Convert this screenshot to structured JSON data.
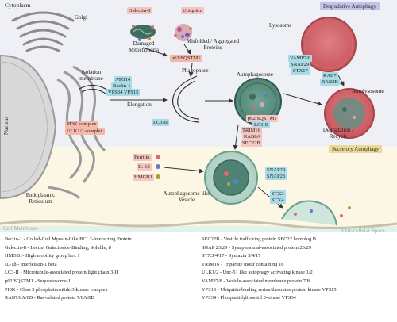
{
  "regions": {
    "cytoplasm": "Cytoplasm",
    "golgi": "Golgi",
    "nucleus": "Nucleus",
    "er": "Endoplasmic Reticulum",
    "cell_membrane": "Cell Membrane",
    "extracellular": "Extracellular Space",
    "degradative": "Degradative Autophagy",
    "secretory": "Secretory Autophagy"
  },
  "cargo": {
    "galectin": "Galectin-8",
    "ubiquitin": "Ubiquitin",
    "damaged_mito": "Damaged Mitochondria",
    "misfolded": "Misfolded / Aggregated Proteins"
  },
  "stages": {
    "isolation_membrane": "Isolation membrane",
    "phagophore": "Phagophore",
    "autophagosome": "Autophagosome",
    "elongation": "Elongation",
    "lysosome": "Lysosome",
    "autolysosome": "Autolysosome",
    "degradation": "Degradation / Recycle",
    "autophagosome_like": "Autophagosome-like Vesicle"
  },
  "labels": {
    "p62_top": "p62/SQSTM1",
    "atg14": "ATG14",
    "beclin": "Beclin-1",
    "vps34_15": "VPS34 VPS15",
    "pi3k": "PI3K complex",
    "ulk": "ULK1/2 complex",
    "lc3_phago": "LC3-II",
    "p62_auto": "p62/SQSTM1",
    "lc3_auto": "LC3-II",
    "vamp78": "VAMP7/8",
    "snap29_a": "SNAP29",
    "stx17": "STX17",
    "rab7": "RAB7",
    "rab8b": "RAB8B",
    "trim16": "TRIM16",
    "rab8a": "RAB8A",
    "sec22b": "SEC22B",
    "ferritin": "Ferritin",
    "il1b": "IL-1β",
    "hmgb1": "HMGB1",
    "snap29_b": "SNAP29",
    "snap23": "SNAP23",
    "stx3": "STX3",
    "stx4": "STX4"
  },
  "legend_left": [
    "Beclin-1 - Coiled-Coil Myosin-Like BCL2-Interacting Protein",
    "Galectin-8 - Lectin, Galactoside-Binding, Soluble, 8",
    "HMGB1- High mobility group box 1",
    "IL-1β - Interleukin-1 beta",
    "LC3-II - Microtubule-associated protein light chain 3-II",
    "p62/SQSTM1 - Sequestosome-1",
    "PI3K - Class 3 phosphoinositide 3-kinase complex",
    "RAB7/8A/8B - Ras-related protein 7/8A/8B"
  ],
  "legend_right": [
    "SEC22B - Vesicle trafficking protein SEC22 homolog B",
    "SNAP 23/29 - Synaptosomal-associated protein 23/29",
    "STX3/4/17 - Syntaxin 3/4/17",
    "TRIM16 - Tripartite motif containing 16",
    "ULK1/2 - Unc-51 like autophagy activating kinase 1/2",
    "VAMP7/8 - Vesicle-associated membrane protein 7/8",
    "VPS15 - Ubiquitin-binding serine/threonine protein kinase VPS15",
    "VPS34 - Phosphatidylinositol 3-kinase VPS34"
  ]
}
